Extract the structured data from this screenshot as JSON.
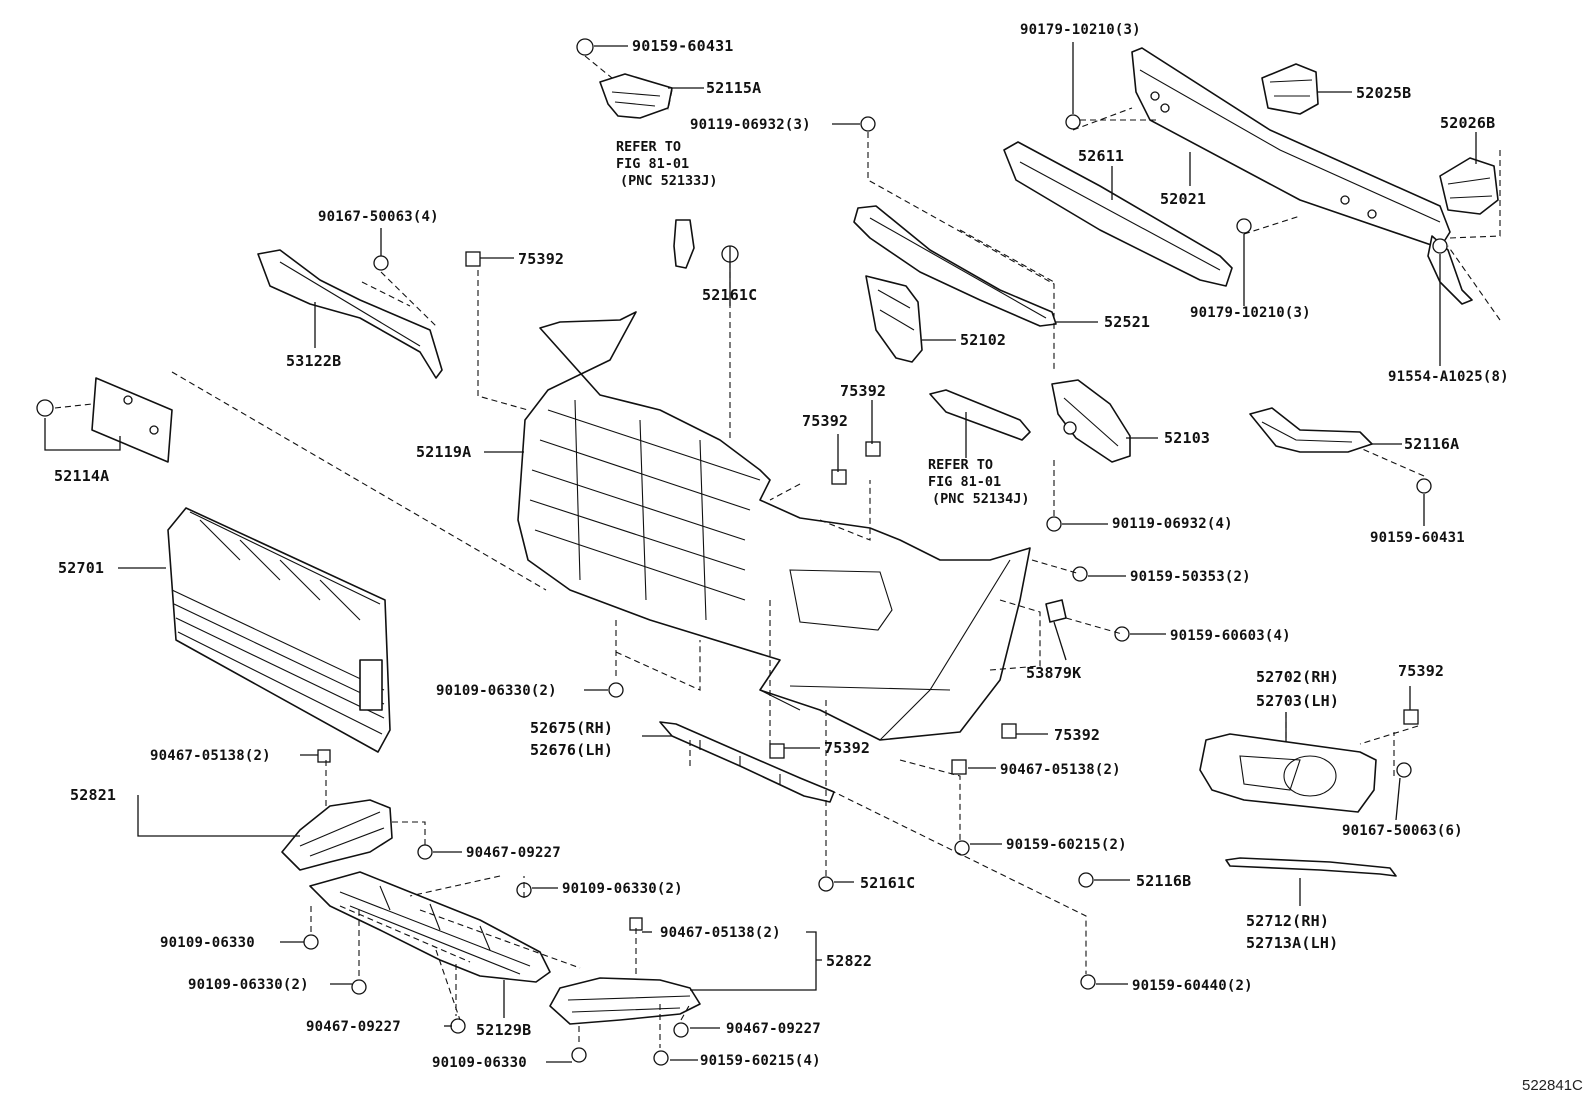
{
  "diagram": {
    "figure_id": "522841C",
    "parts": {
      "p_90159_60431_top": "90159-60431",
      "p_52115A": "52115A",
      "p_refer_top_1": "REFER TO",
      "p_refer_top_2": "FIG 81-01",
      "p_refer_top_3": "(PNC 52133J)",
      "p_90167_50063_4": "90167-50063(4)",
      "p_53122B": "53122B",
      "p_52114A": "52114A",
      "p_75392_a": "75392",
      "p_52161C_top": "52161C",
      "p_52119A": "52119A",
      "p_52701": "52701",
      "p_90179_10210_top": "90179-10210(3)",
      "p_52025B": "52025B",
      "p_52026B": "52026B",
      "p_52611": "52611",
      "p_52021": "52021",
      "p_90119_06932_3": "90119-06932(3)",
      "p_52521": "52521",
      "p_52102": "52102",
      "p_90179_10210_bottom": "90179-10210(3)",
      "p_91554_A1025": "91554-A1025(8)",
      "p_75392_b": "75392",
      "p_75392_c": "75392",
      "p_refer_mid_1": "REFER TO",
      "p_refer_mid_2": "FIG 81-01",
      "p_refer_mid_3": "(PNC 52134J)",
      "p_52103": "52103",
      "p_52116A": "52116A",
      "p_90119_06932_4": "90119-06932(4)",
      "p_90159_60431_right": "90159-60431",
      "p_90159_50353": "90159-50353(2)",
      "p_90159_60603": "90159-60603(4)",
      "p_53879K": "53879K",
      "p_52702_RH": "52702(RH)",
      "p_52703_LH": "52703(LH)",
      "p_75392_d": "75392",
      "p_90109_06330_2_mid": "90109-06330(2)",
      "p_52675_RH": "52675(RH)",
      "p_52676_LH": "52676(LH)",
      "p_75392_e": "75392",
      "p_75392_f": "75392",
      "p_90467_05138_mid": "90467-05138(2)",
      "p_90167_50063_6": "90167-50063(6)",
      "p_90159_60215_2": "90159-60215(2)",
      "p_52161C_bottom": "52161C",
      "p_52116B": "52116B",
      "p_52712_RH": "52712(RH)",
      "p_52713A_LH": "52713A(LH)",
      "p_90159_60440": "90159-60440(2)",
      "p_90467_05138_left": "90467-05138(2)",
      "p_52821": "52821",
      "p_90467_09227_a": "90467-09227",
      "p_90109_06330_2_low": "90109-06330(2)",
      "p_90109_06330_a": "90109-06330",
      "p_90109_06330_2_b": "90109-06330(2)",
      "p_90467_05138_right": "90467-05138(2)",
      "p_52822": "52822",
      "p_90467_09227_b": "90467-09227",
      "p_52129B": "52129B",
      "p_90467_09227_c": "90467-09227",
      "p_90109_06330_b": "90109-06330",
      "p_90159_60215_4": "90159-60215(4)"
    }
  }
}
